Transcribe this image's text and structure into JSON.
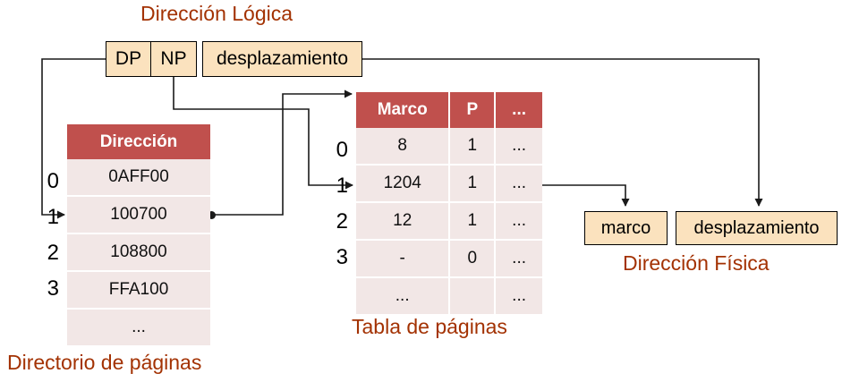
{
  "titles": {
    "logical_address": "Dirección Lógica",
    "physical_address": "Dirección Física",
    "page_table": "Tabla de páginas",
    "page_directory": "Directorio de páginas"
  },
  "logical_address": {
    "fields": [
      {
        "name": "dp",
        "label": "DP"
      },
      {
        "name": "np",
        "label": "NP"
      },
      {
        "name": "offset",
        "label": "desplazamiento"
      }
    ]
  },
  "physical_address": {
    "fields": [
      {
        "name": "frame",
        "label": "marco"
      },
      {
        "name": "offset",
        "label": "desplazamiento"
      }
    ]
  },
  "page_directory": {
    "headers": [
      "Dirección"
    ],
    "row_indices": [
      "0",
      "1",
      "2",
      "3",
      ""
    ],
    "rows": [
      [
        "0AFF00"
      ],
      [
        "100700"
      ],
      [
        "108800"
      ],
      [
        "FFA100"
      ],
      [
        "..."
      ]
    ],
    "selected_row": 1
  },
  "page_table": {
    "headers": [
      "Marco",
      "P",
      "..."
    ],
    "row_indices": [
      "0",
      "1",
      "2",
      "3",
      ""
    ],
    "rows": [
      [
        "8",
        "1",
        "..."
      ],
      [
        "1204",
        "1",
        "..."
      ],
      [
        "12",
        "1",
        "..."
      ],
      [
        "-",
        "0",
        "..."
      ],
      [
        "...",
        "",
        "..."
      ]
    ],
    "selected_row": 1
  },
  "colors": {
    "accent_text": "#A33203",
    "table_header": "#C0504D",
    "table_row": "#F2E7E6",
    "box_fill": "#FBE2BE",
    "line": "#1a1a1a"
  }
}
